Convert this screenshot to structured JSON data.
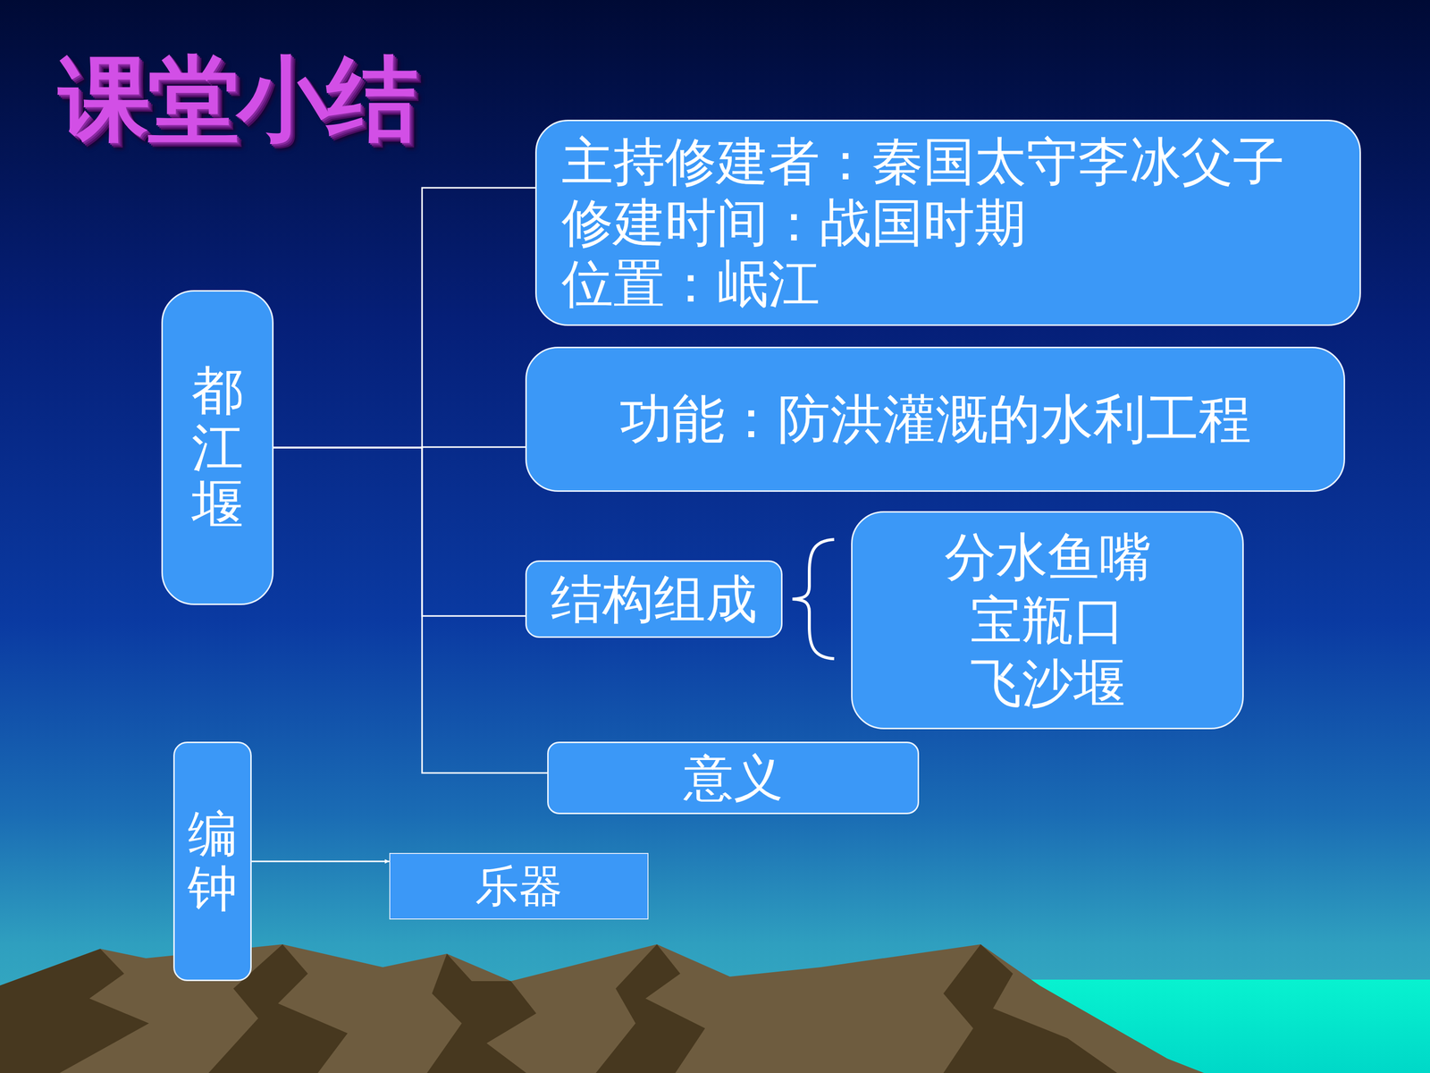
{
  "diagram": {
    "title": "课堂小结",
    "nodes": [
      {
        "text": [
          "都江堰"
        ]
      },
      {
        "text": [
          "主持修建者：秦国太守李冰父子",
          "修建时间：战国时期",
          "位置：岷江"
        ]
      },
      {
        "text": [
          "功能：防洪灌溉的水利工程"
        ]
      },
      {
        "text": [
          "结构组成"
        ]
      },
      {
        "text": [
          "分水鱼嘴",
          "宝瓶口",
          "飞沙堰"
        ]
      },
      {
        "text": [
          "意义"
        ]
      },
      {
        "text": [
          "编钟"
        ]
      },
      {
        "text": [
          "乐器"
        ]
      }
    ],
    "edges": [
      {
        "from": 0,
        "to": 1,
        "arrow": "none"
      },
      {
        "from": 0,
        "to": 2,
        "arrow": "none"
      },
      {
        "from": 0,
        "to": 3,
        "arrow": "none"
      },
      {
        "from": 0,
        "to": 5,
        "arrow": "none"
      },
      {
        "from": 6,
        "to": 7,
        "arrow": "to"
      }
    ]
  }
}
